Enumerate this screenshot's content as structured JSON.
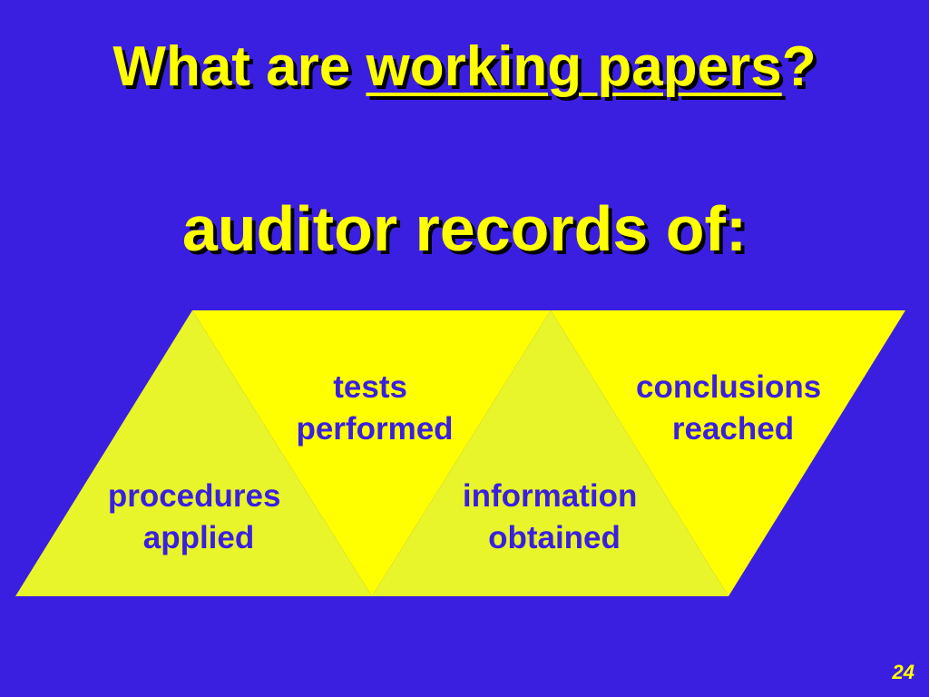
{
  "title": {
    "prefix": "What are ",
    "underlined": "working papers",
    "suffix": "?"
  },
  "subtitle": "auditor records of:",
  "diagram": {
    "items": [
      {
        "id": "procedures",
        "lines": [
          "procedures",
          "applied"
        ]
      },
      {
        "id": "tests",
        "lines": [
          "tests",
          "performed"
        ]
      },
      {
        "id": "information",
        "lines": [
          "information",
          "obtained"
        ]
      },
      {
        "id": "conclusions",
        "lines": [
          "conclusions",
          "reached"
        ]
      }
    ],
    "colors": {
      "upward_triangle": "#e8f52a",
      "downward_triangle": "#ffff00",
      "text": "#3a1fe0"
    }
  },
  "page_number": "24"
}
